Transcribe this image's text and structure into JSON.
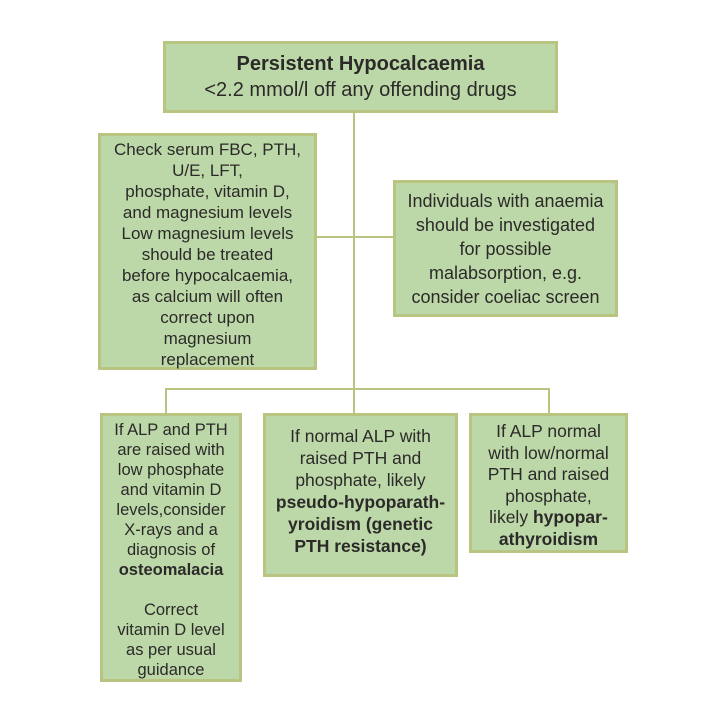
{
  "title": "Persistent Hypocalcaemia flowchart",
  "colors": {
    "page_bg": "#ffffff",
    "box_fill": "#bdd8a8",
    "box_border": "#b8c480",
    "line_color": "#b8c480",
    "text_color": "#2b2a29"
  },
  "boxes": {
    "top": {
      "name": "persistent-hypocalcaemia",
      "lines": [
        [
          {
            "t": "Persistent Hypocalcaemia",
            "b": true
          }
        ],
        [
          {
            "t": "<2.2 mmol/l off any offending drugs",
            "b": false
          }
        ]
      ]
    },
    "check_serum": {
      "name": "check-serum-levels",
      "lines": [
        [
          {
            "t": "Check serum FBC, PTH,",
            "b": false
          }
        ],
        [
          {
            "t": "U/E, LFT,",
            "b": false
          }
        ],
        [
          {
            "t": "phosphate, vitamin D,",
            "b": false
          }
        ],
        [
          {
            "t": "and magnesium levels",
            "b": false
          }
        ],
        [
          {
            "t": "Low magnesium levels",
            "b": false
          }
        ],
        [
          {
            "t": "should be treated",
            "b": false
          }
        ],
        [
          {
            "t": "before hypocalcaemia,",
            "b": false
          }
        ],
        [
          {
            "t": "as calcium will often",
            "b": false
          }
        ],
        [
          {
            "t": "correct upon",
            "b": false
          }
        ],
        [
          {
            "t": "magnesium",
            "b": false
          }
        ],
        [
          {
            "t": "replacement",
            "b": false
          }
        ]
      ]
    },
    "anaemia": {
      "name": "anaemia-malabsorption",
      "lines": [
        [
          {
            "t": "Individuals with anaemia",
            "b": false
          }
        ],
        [
          {
            "t": "should be investigated",
            "b": false
          }
        ],
        [
          {
            "t": "for possible",
            "b": false
          }
        ],
        [
          {
            "t": "malabsorption, e.g.",
            "b": false
          }
        ],
        [
          {
            "t": "consider coeliac screen",
            "b": false
          }
        ]
      ]
    },
    "osteomalacia": {
      "name": "osteomalacia-diagnosis",
      "lines": [
        [
          {
            "t": "If ALP and PTH",
            "b": false
          }
        ],
        [
          {
            "t": "are raised with",
            "b": false
          }
        ],
        [
          {
            "t": "low phosphate",
            "b": false
          }
        ],
        [
          {
            "t": "and vitamin D",
            "b": false
          }
        ],
        [
          {
            "t": "levels,consider",
            "b": false
          }
        ],
        [
          {
            "t": "X-rays and a",
            "b": false
          }
        ],
        [
          {
            "t": "diagnosis of",
            "b": false
          }
        ],
        [
          {
            "t": "osteomalacia",
            "b": true
          }
        ],
        [],
        [
          {
            "t": "Correct",
            "b": false
          }
        ],
        [
          {
            "t": "vitamin D level",
            "b": false
          }
        ],
        [
          {
            "t": "as per usual",
            "b": false
          }
        ],
        [
          {
            "t": "guidance",
            "b": false
          }
        ]
      ]
    },
    "pseudo": {
      "name": "pseudo-hypoparathyroidism",
      "lines": [
        [
          {
            "t": "If normal ALP with",
            "b": false
          }
        ],
        [
          {
            "t": "raised PTH and",
            "b": false
          }
        ],
        [
          {
            "t": "phosphate, likely",
            "b": false
          }
        ],
        [
          {
            "t": "pseudo-hypoparath-",
            "b": true
          }
        ],
        [
          {
            "t": "yroidism (genetic",
            "b": true
          }
        ],
        [
          {
            "t": "PTH resistance)",
            "b": true
          }
        ]
      ]
    },
    "hypopara": {
      "name": "hypoparathyroidism",
      "lines": [
        [
          {
            "t": "If ALP normal",
            "b": false
          }
        ],
        [
          {
            "t": "with low/normal",
            "b": false
          }
        ],
        [
          {
            "t": "PTH and raised",
            "b": false
          }
        ],
        [
          {
            "t": "phosphate,",
            "b": false
          }
        ],
        [
          {
            "t": "likely ",
            "b": false
          },
          {
            "t": "hypopar-",
            "b": true
          }
        ],
        [
          {
            "t": "athyroidism",
            "b": true
          }
        ]
      ]
    }
  }
}
